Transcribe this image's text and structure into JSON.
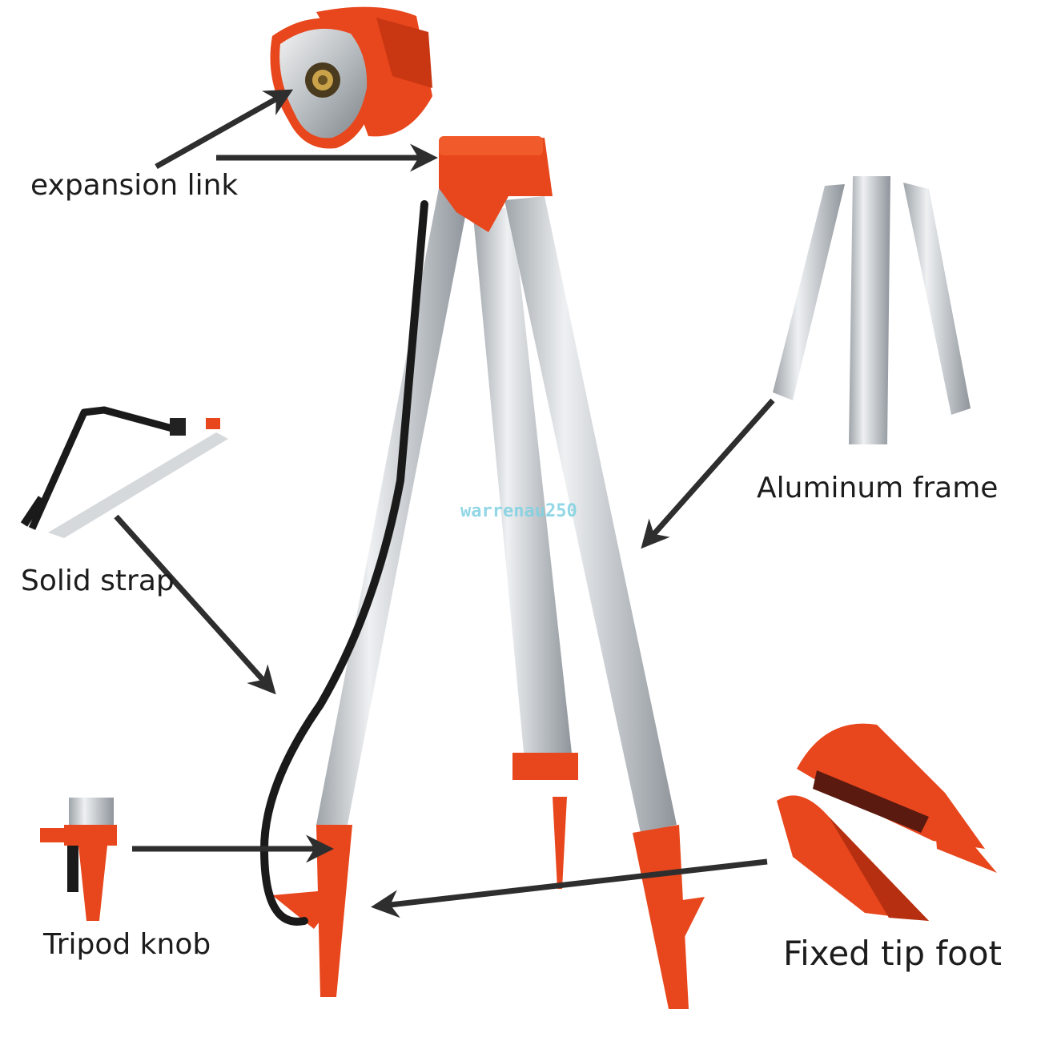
{
  "labels": {
    "expansion_link": "expansion link",
    "aluminum_frame": "Aluminum frame",
    "solid_strap": "Solid strap",
    "tripod_knob": "Tripod knob",
    "fixed_tip_foot": "Fixed tip foot"
  },
  "watermark": "warrenau250",
  "colors": {
    "orange": "#e8461c",
    "aluminum": "#cfd3d6",
    "strap": "#1a1a1a",
    "arrow": "#2e2e2e",
    "text": "#1c1c1c"
  }
}
